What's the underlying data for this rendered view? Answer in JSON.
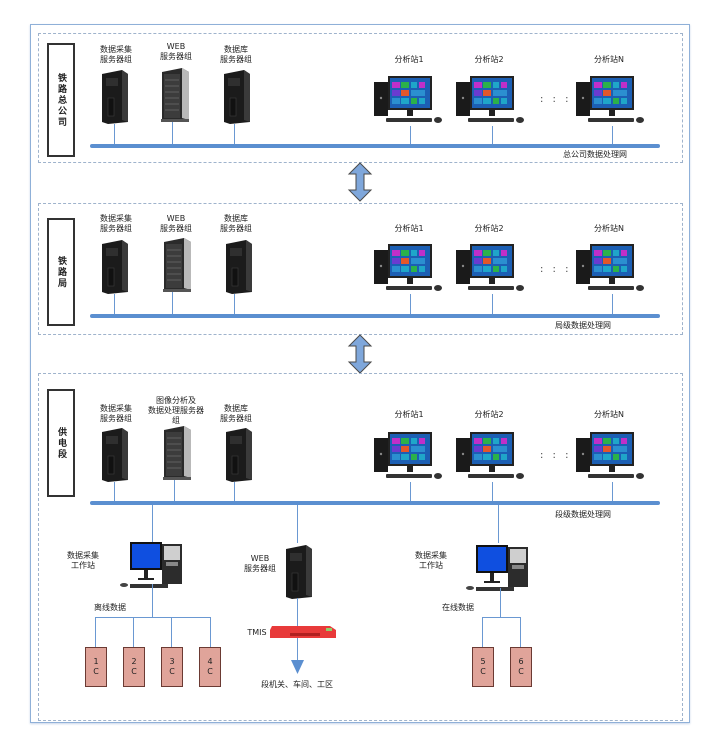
{
  "colors": {
    "bus": "#5b8fd0",
    "device_fill": "#e0a49a",
    "router": "#e83a3a",
    "arrow": "#7fa7db"
  },
  "tiers": [
    {
      "label": "铁路总公司",
      "servers": [
        "数据采集\n服务器组",
        "WEB\n服务器组",
        "数据库\n服务器组"
      ],
      "stations": [
        "分析站1",
        "分析站2",
        "分析站N"
      ],
      "ellipsis": ": : :",
      "network": "总公司数据处理网"
    },
    {
      "label": "铁路局",
      "servers": [
        "数据采集\n服务器组",
        "WEB\n服务器组",
        "数据库\n服务器组"
      ],
      "stations": [
        "分析站1",
        "分析站2",
        "分析站N"
      ],
      "ellipsis": ": : :",
      "network": "局级数据处理网"
    },
    {
      "label": "供电段",
      "servers": [
        "数据采集\n服务器组",
        "图像分析及\n数据处理服务器\n组",
        "数据库\n服务器组"
      ],
      "stations": [
        "分析站1",
        "分析站2",
        "分析站N"
      ],
      "ellipsis": ": : :",
      "network": "段级数据处理网"
    }
  ],
  "bottom": {
    "offline_ws": {
      "label": "数据采集\n工作站",
      "data_label": "离线数据",
      "devices": [
        [
          "1",
          "C"
        ],
        [
          "2",
          "C"
        ],
        [
          "3",
          "C"
        ],
        [
          "4",
          "C"
        ]
      ]
    },
    "web": {
      "label": "WEB\n服务器组",
      "tmis": "TMIS",
      "target": "段机关、车间、工区"
    },
    "online_ws": {
      "label": "数据采集\n工作站",
      "data_label": "在线数据",
      "devices": [
        [
          "5",
          "C"
        ],
        [
          "6",
          "C"
        ]
      ]
    }
  }
}
